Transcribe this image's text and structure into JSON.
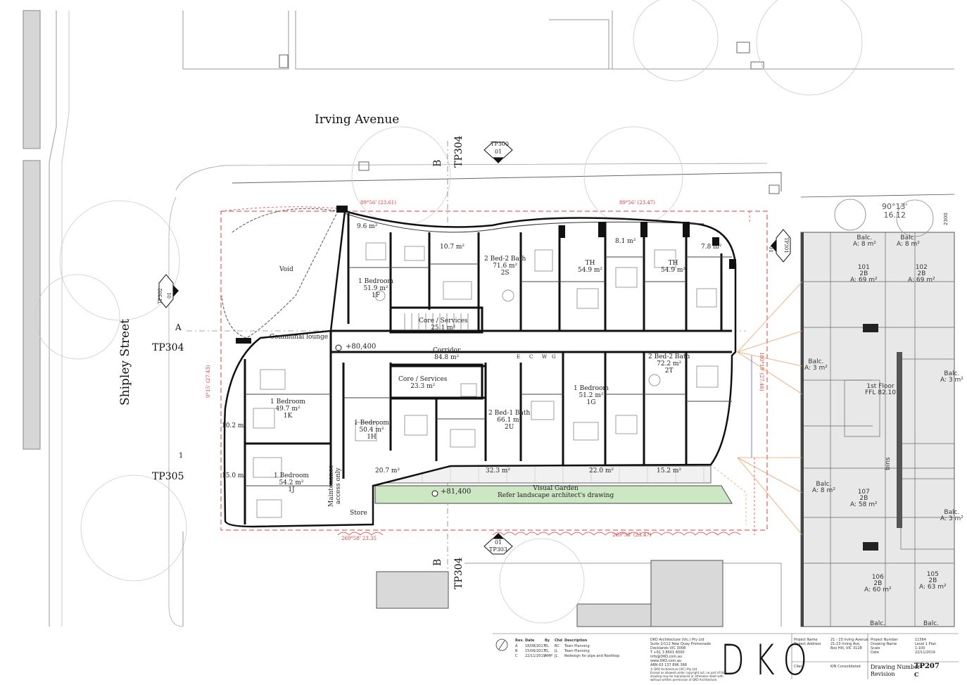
{
  "streets": {
    "irving": "Irving Avenue",
    "shipley": "Shipley Street"
  },
  "section_refs": {
    "tp304_top": "TP304",
    "tp304_left": "TP304",
    "tp304_bottom": "TP304",
    "tp305": "TP305",
    "b_top": "B",
    "b_bottom": "B",
    "a_left": "A",
    "one_left": "1",
    "marker_top": [
      "TP300",
      "01"
    ],
    "marker_right": [
      "01",
      "TP301"
    ],
    "marker_left": [
      "TP302",
      "01"
    ],
    "marker_bottom": [
      "01",
      "TP303"
    ]
  },
  "boundary_bearings": {
    "top_left": "89°56' (23.61)",
    "top_right": "89°56' (23.47)",
    "bottom_left": "269°58' 23.35",
    "bottom_right": "269°58' (23.47)",
    "left": "0°15' (27.43)",
    "right": "180°19' (27.46)"
  },
  "levels": {
    "corridor_level": "+80,400",
    "garden_level": "+81,400"
  },
  "spaces": {
    "void": "Void",
    "communal_lounge": "Communal lounge",
    "corridor": [
      "Corridor",
      "84.8 m²"
    ],
    "core_top": [
      "Core / Services",
      "25.1 m²"
    ],
    "core_mid": [
      "Core / Services",
      "23.3 m²"
    ],
    "visual_garden": [
      "Visual Garden",
      "Refer landscape architect's drawing"
    ],
    "maintenance": [
      "Maintenance",
      "access only"
    ],
    "store": "Store",
    "ecwg": [
      "E",
      "C",
      "W",
      "G"
    ]
  },
  "units": [
    {
      "id": "1F",
      "type": "1 Bedroom",
      "area": "51.9 m²"
    },
    {
      "id": "2S",
      "type": "2 Bed-2 Bath",
      "area": "71.6 m²"
    },
    {
      "id": "th1",
      "type": "TH",
      "area": "54.9 m²"
    },
    {
      "id": "th2",
      "type": "TH",
      "area": "54.9 m²"
    },
    {
      "id": "1K",
      "type": "1 Bedroom",
      "area": "49.7 m²"
    },
    {
      "id": "1H",
      "type": "1 Bedroom",
      "area": "50.4 m²"
    },
    {
      "id": "2U",
      "type": "2 Bed-1 Bath",
      "area": "66.1 m²"
    },
    {
      "id": "1G",
      "type": "1 Bedroom",
      "area": "51.2 m²"
    },
    {
      "id": "2T",
      "type": "2 Bed-2 Bath",
      "area": "72.2 m²"
    },
    {
      "id": "1J",
      "type": "1 Bedroom",
      "area": "54.2 m²"
    }
  ],
  "balconies": [
    "9.6 m²",
    "10.7 m²",
    "8.1 m²",
    "7.8 m²",
    "10.2 m²",
    "15.0 m²",
    "20.7 m²",
    "32.3 m²",
    "22.0 m²",
    "15.2 m²"
  ],
  "neighbour": {
    "bearing": [
      "90°13'",
      "16.12"
    ],
    "dim": "2300",
    "floor_label": "1st Floor",
    "floor_level": "FFL 82.10",
    "bins": "bins",
    "units": [
      {
        "bal": [
          "Balc.",
          "A: 8 m²"
        ],
        "num": "101",
        "type": "2B",
        "area": "A: 69 m²"
      },
      {
        "bal": [
          "Balc.",
          "A: 8 m²"
        ],
        "num": "102",
        "type": "2B",
        "area": "A: 69 m²"
      },
      {
        "bal": [
          "Balc.",
          "A: 3 m²"
        ]
      },
      {
        "bal": [
          "Balc.",
          "A: 3 m²"
        ]
      },
      {
        "bal": [
          "Balc.",
          "A: 8 m²"
        ],
        "num": "107",
        "type": "2B",
        "area": "A: 58 m²"
      },
      {
        "bal": [
          "Balc.",
          "A: 3 m²"
        ]
      },
      {
        "num": "106",
        "type": "2B",
        "area": "A: 60 m²"
      },
      {
        "num": "105",
        "type": "2B",
        "area": "A: 63 m²"
      },
      {
        "bal": [
          "Balc.",
          ""
        ]
      },
      {
        "bal": [
          "Balc.",
          ""
        ]
      }
    ]
  },
  "title_block": {
    "rev_headers": [
      "Rev.",
      "Date",
      "By",
      "Chd",
      "Description"
    ],
    "revisions": [
      [
        "A",
        "18/08/2017",
        "EL",
        "BC",
        "Town Planning"
      ],
      [
        "B",
        "15/06/2017",
        "EL",
        "JL",
        "Town Planning"
      ],
      [
        "C",
        "22/11/2019",
        "AMP",
        "JL",
        "Redesign for pipe and Roofstop"
      ]
    ],
    "firm": [
      "DKO Architecture (Vic.) Pty Ltd",
      "Suite 2/112 New Quay Promenade",
      "Docklands VIC 3008",
      "T +61 3 8601 6000",
      "info@DKO.com.au",
      "www.DKO.com.au",
      "ABN 63 137 896 368"
    ],
    "copyright": [
      "© DKO Architecture (VIC) Pty Ltd",
      "Except as allowed under copyright act, no part of this",
      "drawing may be reproduced or otherwise dealt with",
      "without written permission of DKO Architecture."
    ],
    "logo": "DKO",
    "project_labels": [
      "Project Name",
      "Project Address"
    ],
    "project_values": [
      "21 - 23 Irving Avenue",
      "21-23 Irving Ave,",
      "Box Hill, VIC 3128"
    ],
    "client_label": "Client",
    "client_value": "KIN Consolidated",
    "number_labels": [
      "Project Number",
      "Drawing Name",
      "Scale",
      "Date"
    ],
    "number_values": [
      "11564",
      "Level 1 Plan",
      "1:100",
      "22/11/2019"
    ],
    "drawing_number_label": "Drawing Number",
    "revision_label": "Revision",
    "drawing_number": "TP207",
    "revision": "C"
  },
  "colors": {
    "garden": "#cde6c4",
    "boundary": "#e23b3b",
    "neighbour_fill": "#e8e8e8",
    "wall": "#111111",
    "leader": "#f0a060",
    "dim_line": "#5a5ad8"
  }
}
